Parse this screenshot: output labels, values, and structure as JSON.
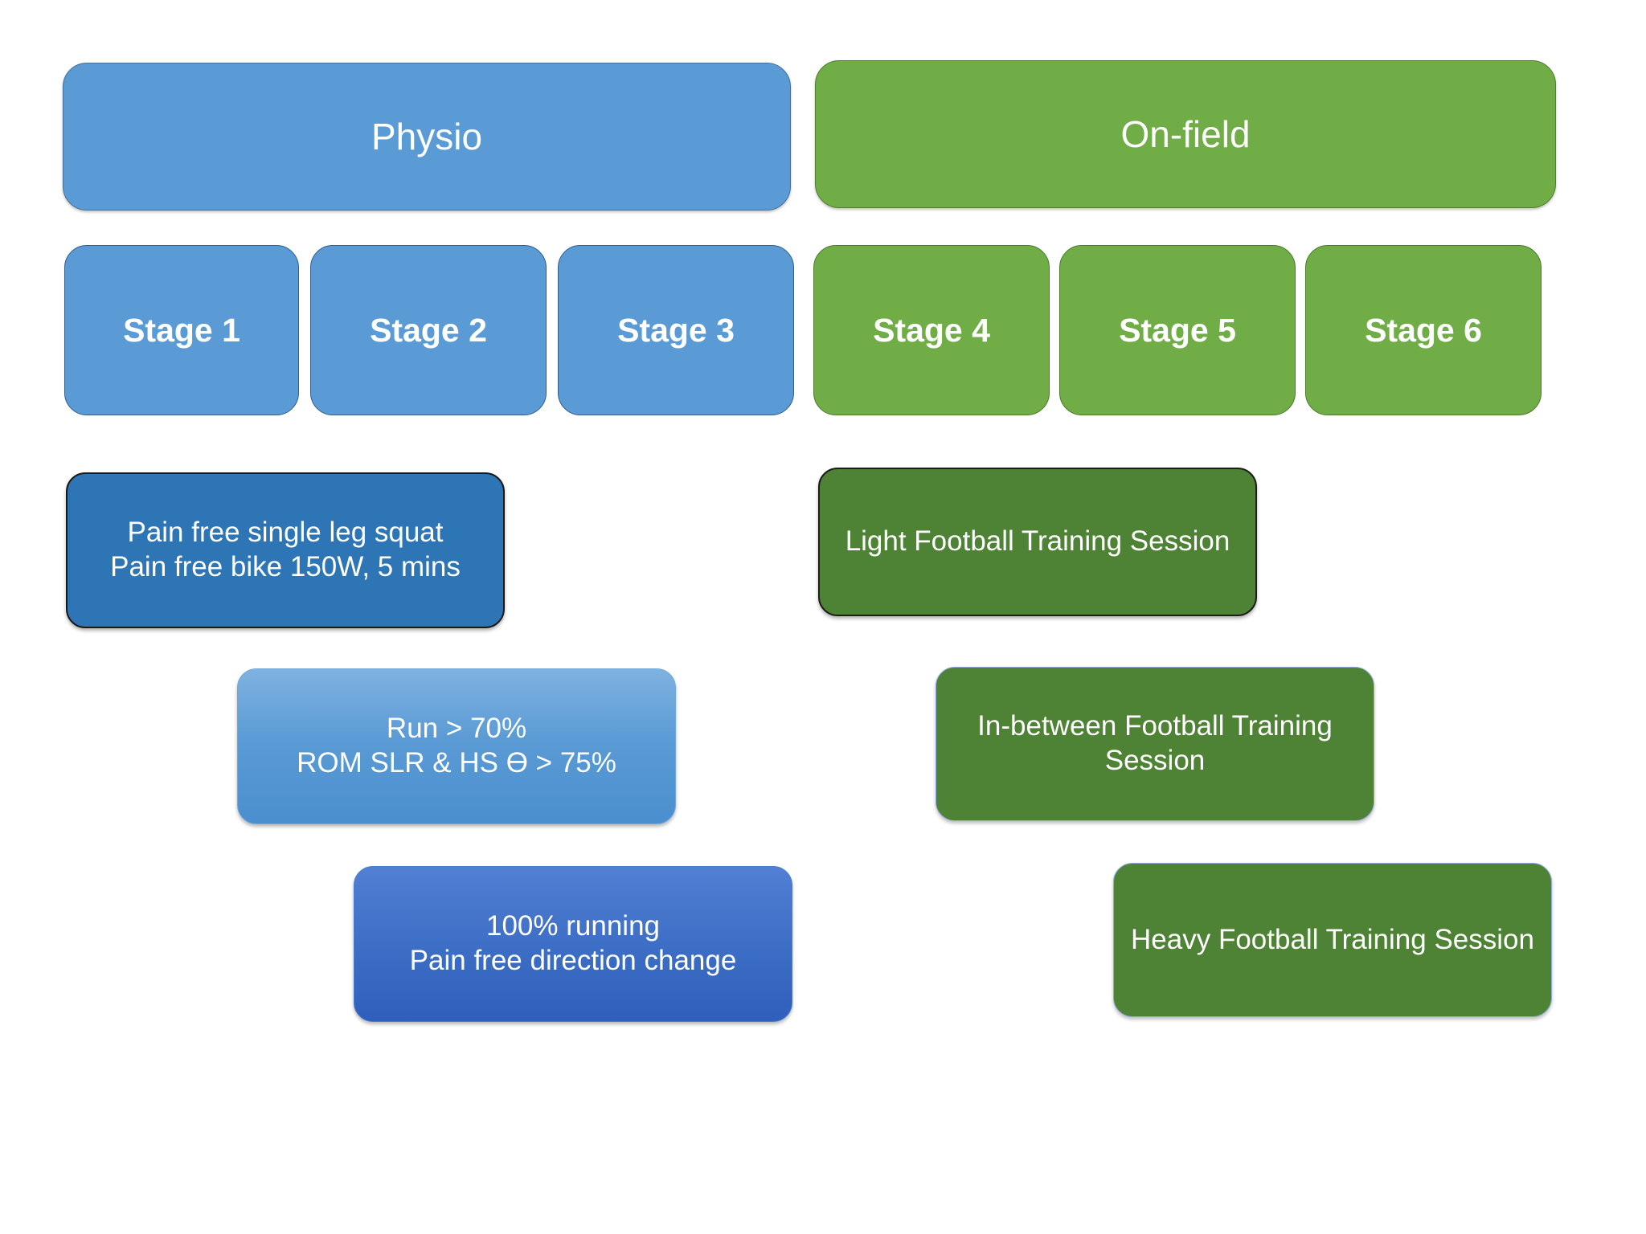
{
  "columns": {
    "physio": {
      "title": "Physio",
      "color": "#5b9bd5"
    },
    "onfield": {
      "title": "On-field",
      "color": "#70ad47"
    }
  },
  "stages": {
    "physio": [
      {
        "label": "Stage 1"
      },
      {
        "label": "Stage 2"
      },
      {
        "label": "Stage 3"
      }
    ],
    "onfield": [
      {
        "label": "Stage 4"
      },
      {
        "label": "Stage 5"
      },
      {
        "label": "Stage 6"
      }
    ]
  },
  "criteria": {
    "physio": [
      {
        "text": "Pain free  single leg squat\nPain free bike 150W, 5 mins",
        "color": "#2e75b6"
      },
      {
        "text": "Run > 70%\nROM SLR & HS Ө > 75%",
        "color": "#5b9bd5"
      },
      {
        "text": "100% running\nPain free direction change",
        "color": "#3e6fc6"
      }
    ],
    "onfield": [
      {
        "text": "Light Football Training Session",
        "color": "#4e8234"
      },
      {
        "text": "In-between Football Training Session",
        "color": "#4e8234"
      },
      {
        "text": "Heavy Football Training Session",
        "color": "#4e8234"
      }
    ]
  }
}
